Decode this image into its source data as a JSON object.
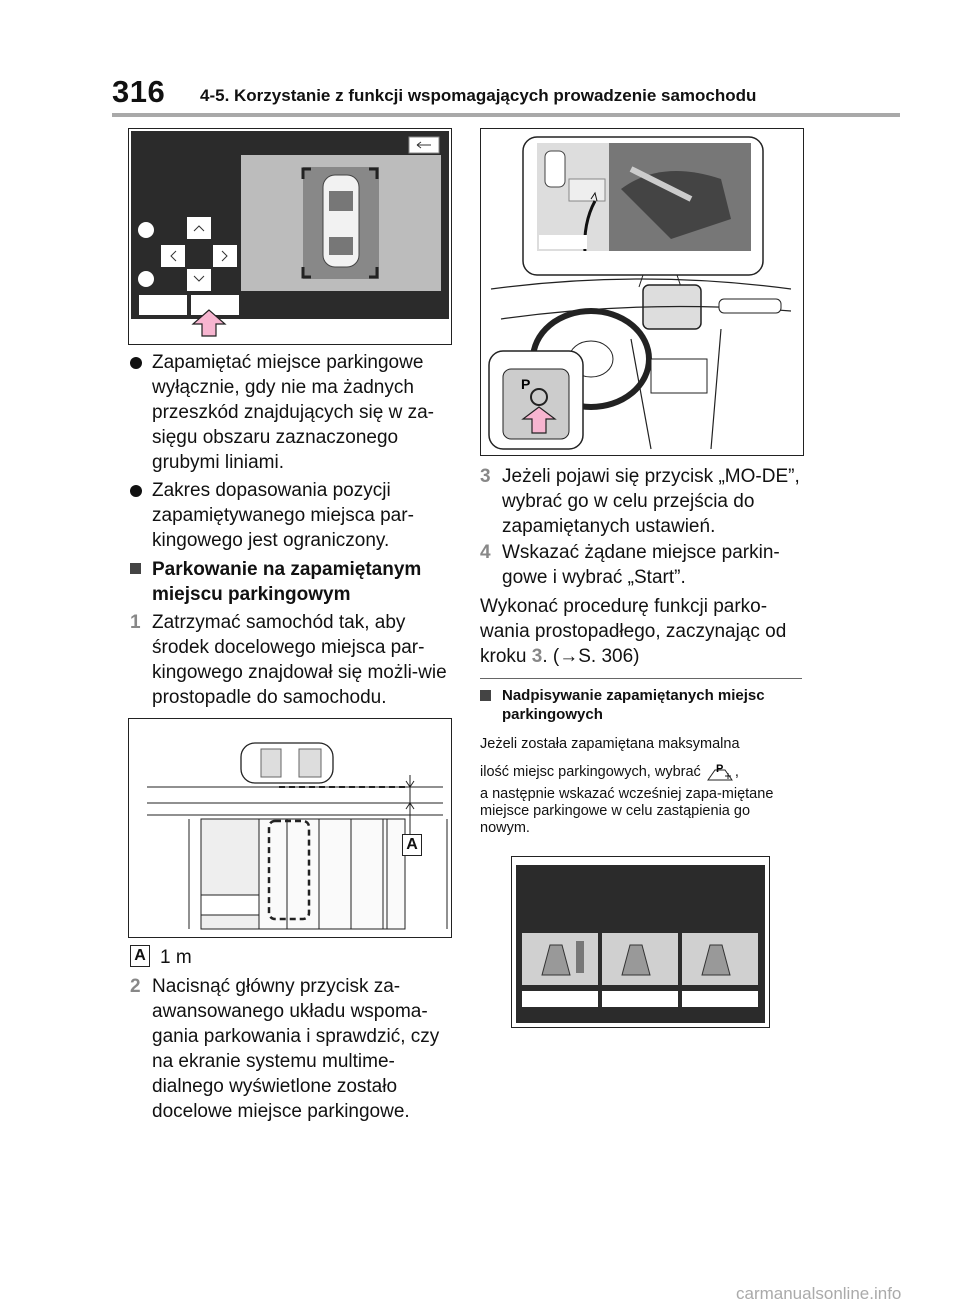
{
  "header": {
    "page_number": "316",
    "title": "4-5. Korzystanie z funkcji wspomagających prowadzenie samochodu"
  },
  "left": {
    "bullets": [
      {
        "text": "Zapamiętać miejsce parkingowe wyłącznie, gdy nie ma żadnych przeszkód znajdujących się w za-sięgu obszaru zaznaczonego grubymi liniami."
      },
      {
        "text": "Zakres dopasowania pozycji zapamiętywanego miejsca par-kingowego jest ograniczony."
      }
    ],
    "section_heading": "Parkowanie na zapamiętanym miejscu parkingowym",
    "step1": {
      "num": "1",
      "text": "Zatrzymać samochód tak, aby środek docelowego miejsca par-kingowego znajdował się możli-wie prostopadle do samochodu."
    },
    "figure_label": "A",
    "caption_label": "A",
    "caption_value": "1 m",
    "step2": {
      "num": "2",
      "text": "Nacisnąć główny przycisk za-awansowanego układu wspoma-gania parkowania i sprawdzić, czy na ekranie systemu multime-dialnego wyświetlone zostało docelowe miejsce parkingowe."
    }
  },
  "right": {
    "step3": {
      "num": "3",
      "text": "Jeżeli pojawi się przycisk „MO-DE”, wybrać go w celu przejścia do zapamiętanych ustawień."
    },
    "step4": {
      "num": "4",
      "text": "Wskazać żądane miejsce parkin-gowe i wybrać „Start”."
    },
    "paragraph": {
      "before": "Wykonać procedurę funkcji parko-wania prostopadłego, zaczynając od kroku ",
      "step_ref": "3",
      "after": ". (→S. 306)"
    },
    "note_heading": "Nadpisywanie zapamiętanych miejsc parkingowych",
    "note_line1": "Jeżeli została zapamiętana maksymalna",
    "note_line2": "ilość miejsc parkingowych, wybrać",
    "note_line2_end": ",",
    "note_rest": "a następnie wskazać wcześniej zapa-miętane miejsce parkingowe w celu zastąpienia go nowym.",
    "button_glyph": "P"
  },
  "watermark": "carmanualsonline.info",
  "colors": {
    "arrow_pink": "#f7b5d0",
    "rule_gray": "#a9a9a9",
    "step_num_gray": "#888888"
  }
}
